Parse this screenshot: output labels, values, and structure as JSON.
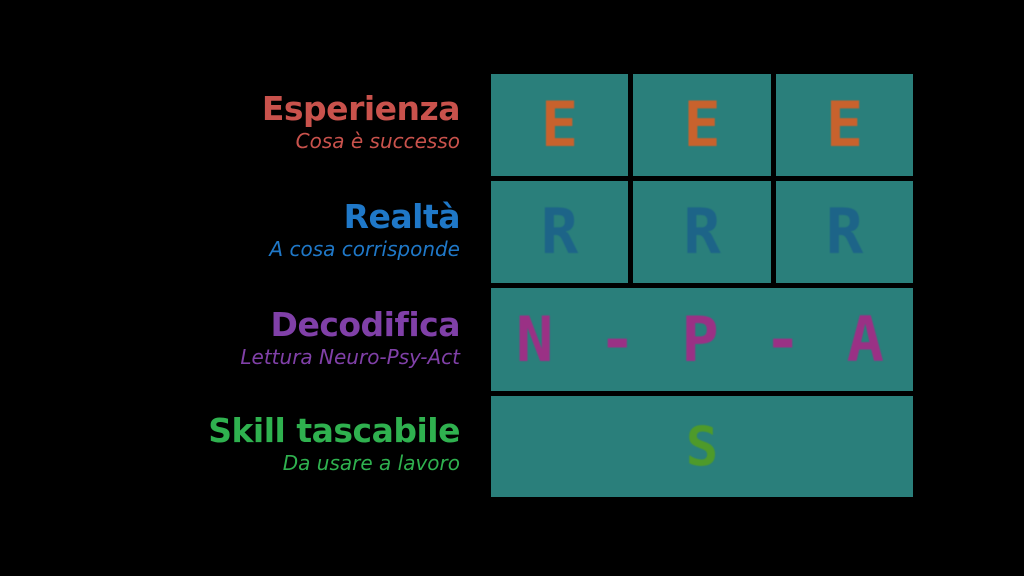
{
  "rows": [
    {
      "title": "Esperienza",
      "subtitle": "Cosa è successo",
      "title_color": "#c9524c",
      "glyphs": [
        "E",
        "E",
        "E"
      ],
      "glyph_color": "#c8622d"
    },
    {
      "title": "Realtà",
      "subtitle": "A cosa corrisponde",
      "title_color": "#1f78c8",
      "glyphs": [
        "R",
        "R",
        "R"
      ],
      "glyph_color": "#1d6488"
    },
    {
      "title": "Decodifica",
      "subtitle": "Lettura Neuro-Psy-Act",
      "title_color": "#8040a8",
      "glyphs": [
        "N - P - A"
      ],
      "glyph_color": "#9a3185"
    },
    {
      "title": "Skill tascabile",
      "subtitle": "Da usare a lavoro",
      "title_color": "#2fb14f",
      "glyphs": [
        "S"
      ],
      "glyph_color": "#4e9a2a"
    }
  ]
}
